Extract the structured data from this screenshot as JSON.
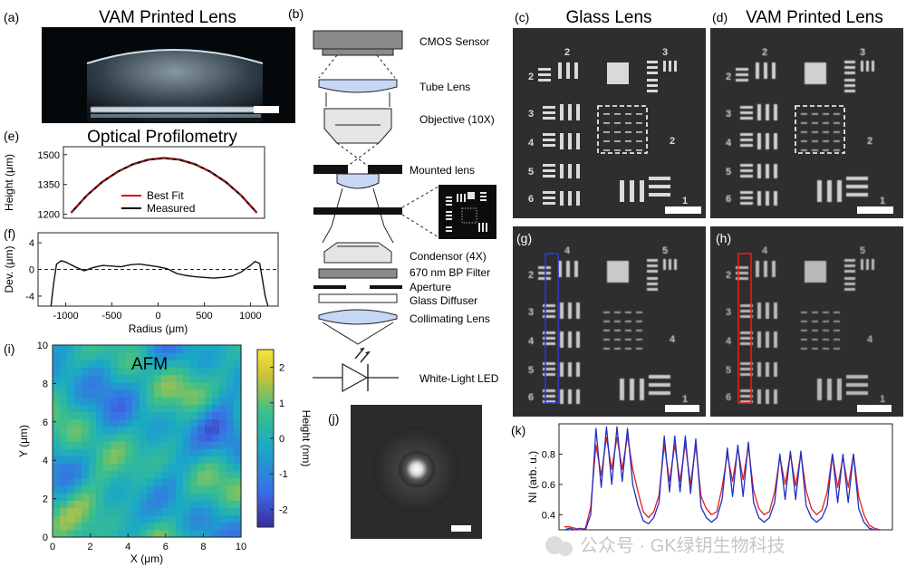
{
  "panels": {
    "a": {
      "label": "(a)",
      "title": "VAM Printed Lens"
    },
    "b": {
      "label": "(b)"
    },
    "c": {
      "label": "(c)",
      "title": "Glass Lens"
    },
    "d": {
      "label": "(d)",
      "title": "VAM Printed Lens"
    },
    "e": {
      "label": "(e)",
      "title": "Optical Profilometry"
    },
    "f": {
      "label": "(f)"
    },
    "g": {
      "label": "(g)"
    },
    "h": {
      "label": "(h)"
    },
    "i": {
      "label": "(i)",
      "title": "AFM"
    },
    "j": {
      "label": "(j)"
    },
    "k": {
      "label": "(k)"
    }
  },
  "setup": {
    "cmos": "CMOS Sensor",
    "tube": "Tube Lens",
    "objective": "Objective (10X)",
    "mounted": "Mounted lens",
    "condensor": "Condensor (4X)",
    "filter": "670 nm BP Filter",
    "aperture": "Aperture",
    "diffuser": "Glass Diffuser",
    "collimating": "Collimating Lens",
    "led": "White-Light LED"
  },
  "target_digits": {
    "c": [
      "2",
      "3",
      "2",
      "3",
      "4",
      "5",
      "6",
      "2",
      "1"
    ],
    "g": [
      "4",
      "5",
      "2",
      "3",
      "4",
      "5",
      "6",
      "4",
      "1"
    ]
  },
  "colorbar": {
    "label": "Height (nm)",
    "ticks": [
      "2",
      "1",
      "0",
      "-1",
      "-2"
    ]
  },
  "watermark": "公众号 · GK绿钥生物科技",
  "chart_data": [
    {
      "id": "e",
      "type": "line",
      "title": "Optical Profilometry",
      "ylabel": "Height (μm)",
      "xlim": [
        -1300,
        1300
      ],
      "ylim": [
        1180,
        1540
      ],
      "yticks": [
        1200,
        1350,
        1500
      ],
      "legend_position": "center",
      "series": [
        {
          "name": "Best Fit",
          "color": "#e00000"
        },
        {
          "name": "Measured",
          "color": "#000000"
        }
      ],
      "x": [
        -1200,
        -1000,
        -800,
        -600,
        -400,
        -200,
        0,
        200,
        400,
        600,
        800,
        1000,
        1200
      ],
      "y": [
        1208,
        1294,
        1362,
        1414,
        1452,
        1475,
        1483,
        1475,
        1452,
        1414,
        1362,
        1294,
        1208
      ]
    },
    {
      "id": "f",
      "type": "line",
      "ylabel": "Dev. (μm)",
      "xlabel": "Radius (μm)",
      "xlim": [
        -1300,
        1300
      ],
      "ylim": [
        -5.5,
        5.5
      ],
      "yticks": [
        -4,
        0,
        4
      ],
      "xticks": [
        -1000,
        -500,
        0,
        500,
        1000
      ],
      "x": [
        -1160,
        -1130,
        -1100,
        -1050,
        -1000,
        -900,
        -800,
        -700,
        -600,
        -500,
        -400,
        -300,
        -200,
        -100,
        0,
        100,
        200,
        300,
        400,
        500,
        600,
        700,
        800,
        900,
        1000,
        1050,
        1100,
        1130,
        1160,
        1190
      ],
      "y": [
        -5.5,
        -2,
        0.8,
        1.3,
        1.1,
        0.4,
        -0.2,
        0.3,
        0.6,
        0.5,
        0.4,
        0.7,
        0.8,
        0.6,
        0.4,
        0.1,
        -0.6,
        -0.9,
        -1.1,
        -1.2,
        -1.3,
        -1.2,
        -1.0,
        -0.4,
        0.6,
        1.2,
        0.9,
        -1.5,
        -4,
        -5.5
      ]
    },
    {
      "id": "i",
      "type": "heatmap",
      "title": "AFM",
      "xlabel": "X (μm)",
      "ylabel": "Y (μm)",
      "xlim": [
        0,
        10
      ],
      "ylim": [
        0,
        10
      ],
      "xticks": [
        0,
        2,
        4,
        6,
        8,
        10
      ],
      "yticks": [
        0,
        2,
        4,
        6,
        8,
        10
      ],
      "colorbar_label": "Height (nm)",
      "clim": [
        -2.5,
        2.5
      ]
    },
    {
      "id": "k",
      "type": "line",
      "ylabel": "NI (arb. u.)",
      "ylim": [
        0.3,
        1.0
      ],
      "yticks": [
        0.4,
        0.6,
        0.8
      ],
      "series": [
        {
          "color": "#e02020",
          "values": [
            0.32,
            0.32,
            0.31,
            0.3,
            0.31,
            0.45,
            0.86,
            0.66,
            0.91,
            0.7,
            0.91,
            0.7,
            0.92,
            0.7,
            0.55,
            0.42,
            0.38,
            0.42,
            0.53,
            0.86,
            0.62,
            0.86,
            0.62,
            0.87,
            0.6,
            0.86,
            0.52,
            0.44,
            0.4,
            0.42,
            0.58,
            0.8,
            0.62,
            0.84,
            0.63,
            0.85,
            0.56,
            0.44,
            0.4,
            0.42,
            0.55,
            0.78,
            0.6,
            0.8,
            0.59,
            0.8,
            0.56,
            0.44,
            0.4,
            0.43,
            0.55,
            0.8,
            0.58,
            0.78,
            0.58,
            0.8,
            0.52,
            0.4,
            0.33,
            0.31,
            0.3
          ]
        },
        {
          "color": "#2030c0",
          "values": [
            0.3,
            0.31,
            0.3,
            0.31,
            0.3,
            0.4,
            0.97,
            0.58,
            0.98,
            0.6,
            0.98,
            0.62,
            0.97,
            0.6,
            0.46,
            0.36,
            0.34,
            0.38,
            0.48,
            0.92,
            0.55,
            0.92,
            0.55,
            0.92,
            0.54,
            0.9,
            0.45,
            0.38,
            0.35,
            0.38,
            0.5,
            0.84,
            0.52,
            0.86,
            0.52,
            0.88,
            0.48,
            0.38,
            0.35,
            0.38,
            0.48,
            0.8,
            0.5,
            0.82,
            0.5,
            0.82,
            0.46,
            0.38,
            0.35,
            0.38,
            0.46,
            0.8,
            0.48,
            0.8,
            0.48,
            0.8,
            0.44,
            0.35,
            0.31,
            0.3,
            0.3
          ]
        }
      ]
    }
  ]
}
